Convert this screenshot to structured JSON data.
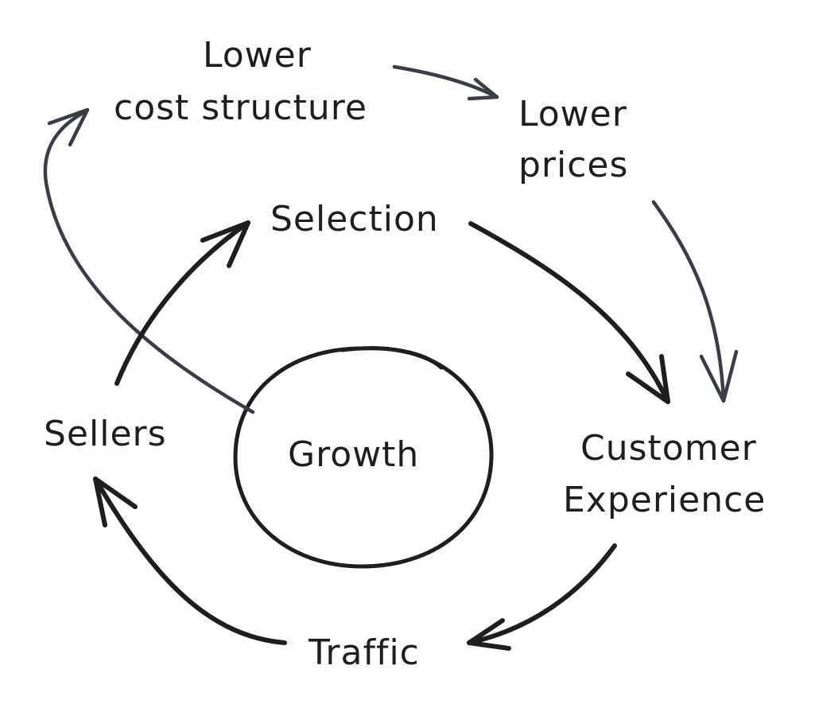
{
  "diagram": {
    "nodes": {
      "lower_cost_line1": "Lower",
      "lower_cost_line2": "cost structure",
      "lower_prices_line1": "Lower",
      "lower_prices_line2": "prices",
      "selection": "Selection",
      "customer_experience_line1": "Customer",
      "customer_experience_line2": "Experience",
      "traffic": "Traffic",
      "sellers": "Sellers",
      "growth": "Growth"
    },
    "colors": {
      "ink": "#1e1e1e",
      "slate_arrow": "#3a3d45",
      "background": "#ffffff"
    }
  }
}
